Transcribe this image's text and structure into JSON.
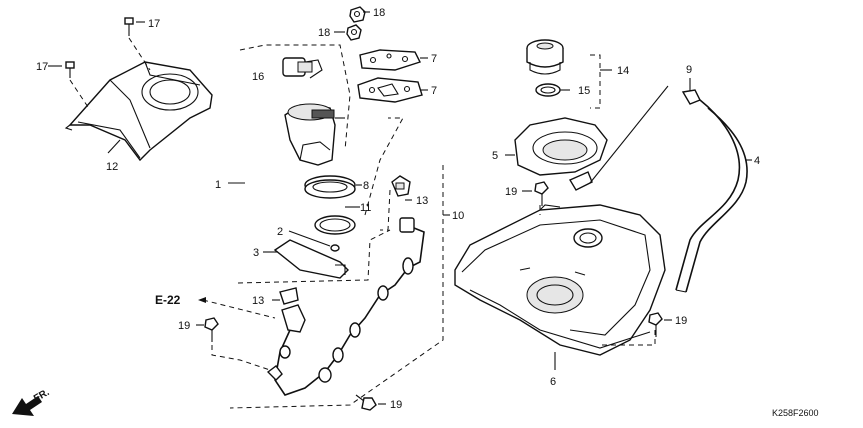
{
  "diagram_code": "K258F2600",
  "reference": "E-22",
  "direction_label": "FR.",
  "callouts": [
    "1",
    "2",
    "3",
    "4",
    "5",
    "6",
    "7",
    "7",
    "8",
    "9",
    "10",
    "11",
    "12",
    "13",
    "13",
    "14",
    "15",
    "16",
    "17",
    "17",
    "18",
    "18",
    "19",
    "19",
    "19",
    "19"
  ],
  "parts": {
    "p1": "1",
    "p2": "2",
    "p3": "3",
    "p4": "4",
    "p5": "5",
    "p6": "6",
    "p7a": "7",
    "p7b": "7",
    "p8": "8",
    "p9": "9",
    "p10": "10",
    "p11": "11",
    "p12": "12",
    "p13a": "13",
    "p13b": "13",
    "p14": "14",
    "p15": "15",
    "p16": "16",
    "p17a": "17",
    "p17b": "17",
    "p18a": "18",
    "p18b": "18",
    "p19a": "19",
    "p19b": "19",
    "p19c": "19",
    "p19d": "19"
  }
}
